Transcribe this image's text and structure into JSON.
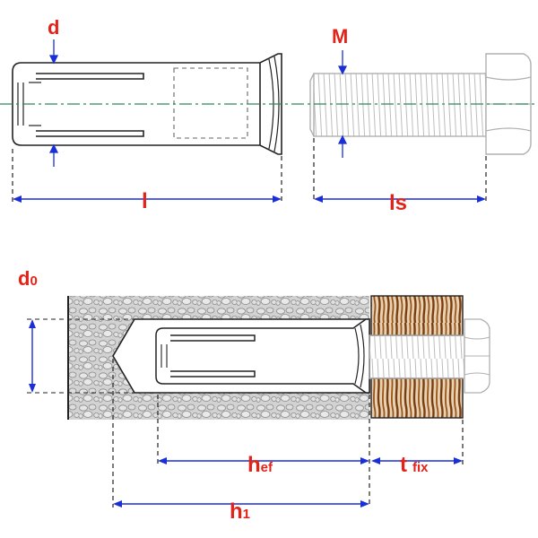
{
  "colors": {
    "dimension_label": "#e2231a",
    "dimension_line": "#1a2fd6",
    "centerline": "#2e8b57",
    "outline": "#222222",
    "bolt_outline": "#b0b0b0",
    "concrete_fill": "#cfcfcf",
    "wood_fill": "#8a4a17"
  },
  "labels": {
    "d": "d",
    "M": "M",
    "l": "l",
    "ls": "ls",
    "d0_main": "d",
    "d0_sub": "0",
    "hef_main": "h",
    "hef_sub": "ef",
    "tfix_main": "t",
    "tfix_sub": "fix",
    "h1_main": "h",
    "h1_sub": "1"
  }
}
